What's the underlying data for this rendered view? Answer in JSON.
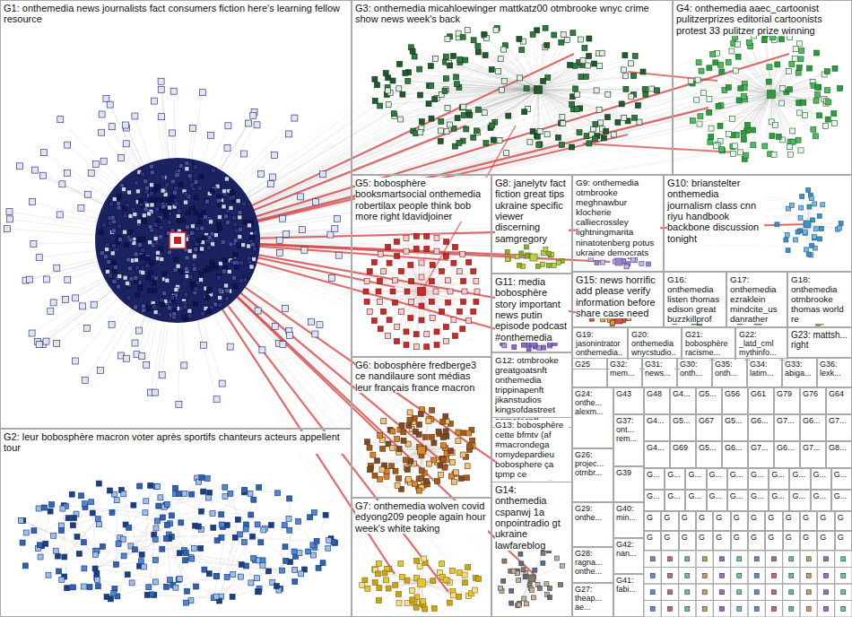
{
  "diagram": {
    "nodes": [
      {
        "text": [
          "G1: onthemedia news journalists fact consumers fiction here's learning fellow resource"
        ]
      },
      {
        "text": [
          "G2: leur bobosphère macron voter après sportifs chanteurs acteurs appellent tour"
        ]
      },
      {
        "text": [
          "G3: onthemedia micahloewinger mattkatz00 otmbrooke wnyc crime show news week's back"
        ]
      },
      {
        "text": [
          "G4: onthemedia aaec_cartoonist pulitzerprizes editorial cartoonists protest 33 pulitzer prize winning"
        ]
      },
      {
        "text": [
          "G5: bobosphère booksmartsocial onthemedia robertilax people think bob more right ldavidjoiner"
        ]
      },
      {
        "text": [
          "G6: bobosphère fredberge3 ce nandilaure sont médias leur français france macron"
        ]
      },
      {
        "text": [
          "G7: onthemedia wolven covid edyong209 people again hour week's white taking"
        ]
      },
      {
        "text": [
          "G8: janelytv fact fiction great tips ukraine specific viewer discerning samgregory"
        ]
      },
      {
        "text": [
          "G9: onthemedia otmbrooke meghnawbur klocherie calliecrossley lightningmarita ninatotenberg potus ukraine democrats"
        ]
      },
      {
        "text": [
          "G10: brianstelter onthemedia journalism class cnn riyu handbook backbone discussion tonight"
        ]
      },
      {
        "text": [
          "G11: media bobosphère story important news putin episode podcast #onthemedia"
        ]
      },
      {
        "text": [
          "G12: otmbrooke greatgoatsnft onthemedia trippinapenft jikanstudios kingsofdastreet primatesnft"
        ]
      },
      {
        "text": [
          "G13: bobosphère cette bfmtv (af #macrondega romydepardieu bobosphere ça tpmp ce"
        ]
      },
      {
        "text": [
          "G14: onthemedia cspanwj 1a onpointradio gt ukraine lawfareblog"
        ]
      },
      {
        "text": [
          "G15: news horrific add please verify information before share case need"
        ]
      },
      {
        "text": [
          "G16: onthemedia listen thomas edison great buzzkillprof"
        ]
      },
      {
        "text": [
          "G17: onthemedia ezraklein mindcite_us danrather"
        ]
      },
      {
        "text": [
          "G18: onthemedia otmbrooke thomas world re"
        ]
      },
      {
        "text": [
          "G19: jasonintrator onthemedia..."
        ]
      },
      {
        "text": [
          "G20: onthemedia wnycstudio..."
        ]
      },
      {
        "text": [
          "G21: bobosphère racisme..."
        ]
      },
      {
        "text": [
          "G22: _latd_cml mythinfo..."
        ]
      },
      {
        "text": [
          "G23: mattsh... right"
        ]
      },
      {
        "text": [
          "G24: onthe... alexm..."
        ]
      },
      {
        "text": [
          "G25"
        ]
      },
      {
        "text": [
          "G26: projec... otmbr..."
        ]
      },
      {
        "text": [
          "G27: theap... ae..."
        ]
      },
      {
        "text": [
          "G28: ragna... onthe..."
        ]
      },
      {
        "text": [
          "G29: onthe..."
        ]
      },
      {
        "text": [
          "G30: onth..."
        ]
      },
      {
        "text": [
          "G31: news..."
        ]
      },
      {
        "text": [
          "G32: mem..."
        ]
      },
      {
        "text": [
          "G33: abiga..."
        ]
      },
      {
        "text": [
          "G34: latim..."
        ]
      },
      {
        "text": [
          "G35: onth..."
        ]
      },
      {
        "text": [
          "G36: lexk..."
        ]
      },
      {
        "text": [
          "G37: ont... rem..."
        ]
      },
      {
        "text": [
          "G39"
        ]
      },
      {
        "text": [
          "G40: min..."
        ]
      },
      {
        "text": [
          "G41: fabi..."
        ]
      },
      {
        "text": [
          "G42: nan..."
        ]
      },
      {
        "text": [
          "G43"
        ]
      },
      {
        "text": [
          "G48"
        ]
      },
      {
        "text": [
          "G4..."
        ]
      },
      {
        "text": [
          "G5..."
        ]
      },
      {
        "text": [
          "G56"
        ]
      },
      {
        "text": [
          "G61"
        ]
      },
      {
        "text": [
          "G79"
        ]
      },
      {
        "text": [
          "G76"
        ]
      },
      {
        "text": [
          "G64"
        ]
      },
      {
        "text": [
          "G4..."
        ]
      },
      {
        "text": [
          "G5..."
        ]
      },
      {
        "text": [
          "G67"
        ]
      },
      {
        "text": [
          "G5..."
        ]
      },
      {
        "text": [
          "G6..."
        ]
      },
      {
        "text": [
          "G7..."
        ]
      },
      {
        "text": [
          "G6..."
        ]
      },
      {
        "text": [
          "G7..."
        ]
      },
      {
        "text": [
          "G4..."
        ]
      },
      {
        "text": [
          "G69"
        ]
      },
      {
        "text": [
          "G5..."
        ]
      },
      {
        "text": [
          "G6..."
        ]
      },
      {
        "text": [
          "G7..."
        ]
      },
      {
        "text": [
          "G6..."
        ]
      },
      {
        "text": [
          "G7..."
        ]
      },
      {
        "text": [
          "G8..."
        ]
      },
      {
        "text": [
          "G..."
        ]
      },
      {
        "text": [
          "G..."
        ]
      },
      {
        "text": [
          "G..."
        ]
      },
      {
        "text": [
          "G..."
        ]
      },
      {
        "text": [
          "G..."
        ]
      },
      {
        "text": [
          "G..."
        ]
      },
      {
        "text": [
          "G..."
        ]
      },
      {
        "text": [
          "G..."
        ]
      },
      {
        "text": [
          "G..."
        ]
      },
      {
        "text": [
          "G..."
        ]
      },
      {
        "text": [
          "G..."
        ]
      },
      {
        "text": [
          "G..."
        ]
      },
      {
        "text": [
          "G..."
        ]
      },
      {
        "text": [
          "G..."
        ]
      },
      {
        "text": [
          "G..."
        ]
      },
      {
        "text": [
          "G..."
        ]
      },
      {
        "text": [
          "G..."
        ]
      },
      {
        "text": [
          "G..."
        ]
      },
      {
        "text": [
          "G..."
        ]
      },
      {
        "text": [
          "G..."
        ]
      },
      {
        "text": [
          "G"
        ]
      },
      {
        "text": [
          "G"
        ]
      },
      {
        "text": [
          "G"
        ]
      },
      {
        "text": [
          "G"
        ]
      },
      {
        "text": [
          "G"
        ]
      },
      {
        "text": [
          "G"
        ]
      },
      {
        "text": [
          "G"
        ]
      },
      {
        "text": [
          "G"
        ]
      },
      {
        "text": [
          "G"
        ]
      },
      {
        "text": [
          "G"
        ]
      },
      {
        "text": [
          "G"
        ]
      },
      {
        "text": [
          "G"
        ]
      },
      {
        "text": [
          "G"
        ]
      },
      {
        "text": [
          "G"
        ]
      },
      {
        "text": [
          "G"
        ]
      },
      {
        "text": [
          "G"
        ]
      },
      {
        "text": [
          "G"
        ]
      },
      {
        "text": [
          "G"
        ]
      },
      {
        "text": [
          "G"
        ]
      },
      {
        "text": [
          "G"
        ]
      },
      {
        "text": [
          "G"
        ]
      },
      {
        "text": [
          "G"
        ]
      },
      {
        "text": [
          "G"
        ]
      },
      {
        "text": [
          "G"
        ]
      }
    ]
  }
}
